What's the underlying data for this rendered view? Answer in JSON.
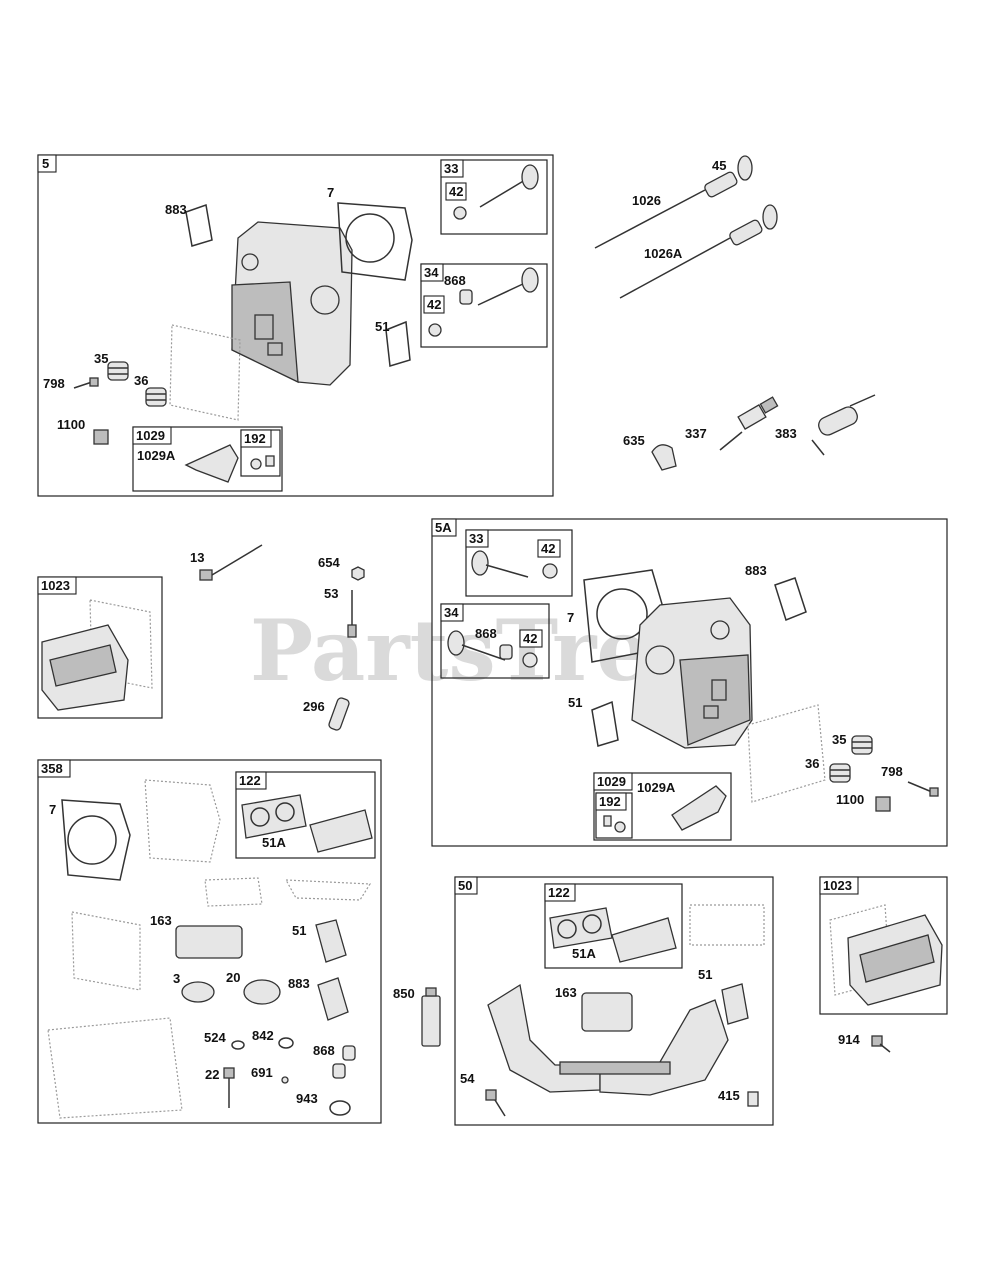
{
  "watermark": "PartsTree",
  "boxes": {
    "b5": "5",
    "b5a": "5A",
    "b1023a": "1023",
    "b1023b": "1023",
    "b358": "358",
    "b50": "50",
    "b33a": "33",
    "b42a": "42",
    "b34a": "34",
    "b42b": "42",
    "b1029a": "1029",
    "b192a": "192",
    "b33b": "33",
    "b42c": "42",
    "b34b": "34",
    "b42d": "42",
    "b1029b": "1029",
    "b192b": "192",
    "b122a": "122",
    "b122b": "122"
  },
  "labels": {
    "l883a": "883",
    "l7a": "7",
    "l868a": "868",
    "l51a": "51",
    "l35a": "35",
    "l798a": "798",
    "l36a": "36",
    "l1100a": "1100",
    "l1029Aa": "1029A",
    "l45": "45",
    "l1026": "1026",
    "l1026A": "1026A",
    "l635": "635",
    "l337": "337",
    "l383": "383",
    "l13": "13",
    "l654": "654",
    "l53": "53",
    "l296": "296",
    "l7b": "7",
    "l868b": "868",
    "l883b": "883",
    "l51b": "51",
    "l35b": "35",
    "l36b": "36",
    "l798b": "798",
    "l1100b": "1100",
    "l1029Ab": "1029A",
    "l7c": "7",
    "l51Aa": "51A",
    "l163a": "163",
    "l51c": "51",
    "l3": "3",
    "l20": "20",
    "l883c": "883",
    "l524": "524",
    "l842": "842",
    "l868c": "868",
    "l22": "22",
    "l691": "691",
    "l943": "943",
    "l850": "850",
    "l51Ab": "51A",
    "l163b": "163",
    "l51d": "51",
    "l54": "54",
    "l415": "415",
    "l914": "914"
  }
}
